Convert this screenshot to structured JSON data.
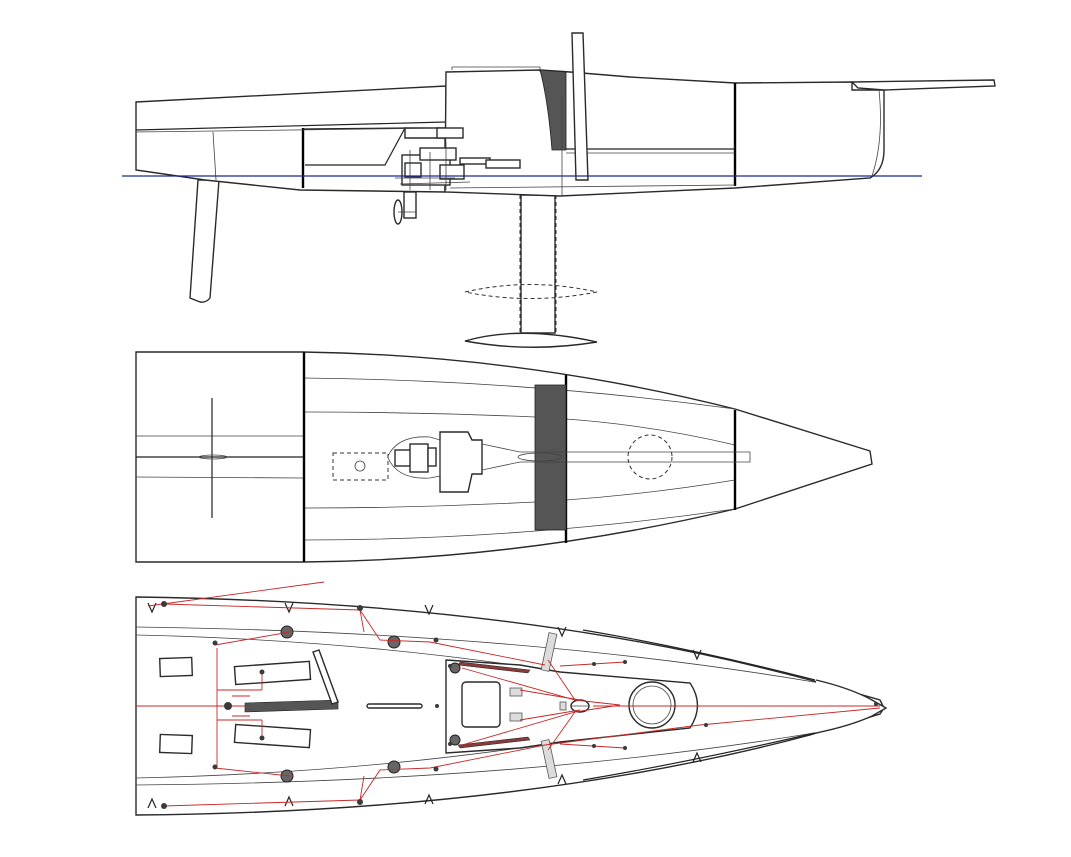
{
  "drawing": {
    "views": [
      {
        "id": "profile",
        "name": ""
      },
      {
        "id": "hull-plan",
        "name": ""
      },
      {
        "id": "deck-layout",
        "name": ""
      }
    ],
    "colors": {
      "outline": "#2a2a2a",
      "waterline": "#1f2a8a",
      "running_rigging": "#c82828",
      "bulkhead_fill": "#555555",
      "fittings_fill": "#666666"
    },
    "profile": {
      "components": [
        "hull",
        "deckhouse",
        "mast",
        "bowsprit",
        "rudder",
        "keel-fin",
        "keel-bulb",
        "engine",
        "propeller",
        "waterline"
      ]
    },
    "hull_plan": {
      "components": [
        "transom",
        "cockpit",
        "companionway",
        "mast-partners",
        "hatch",
        "forward-bulkhead",
        "centerline"
      ]
    },
    "deck_layout": {
      "components": [
        "winches",
        "tracks",
        "jammers",
        "stanchions",
        "traveler",
        "tiller",
        "forward-hatch",
        "sheet-leads"
      ]
    }
  }
}
